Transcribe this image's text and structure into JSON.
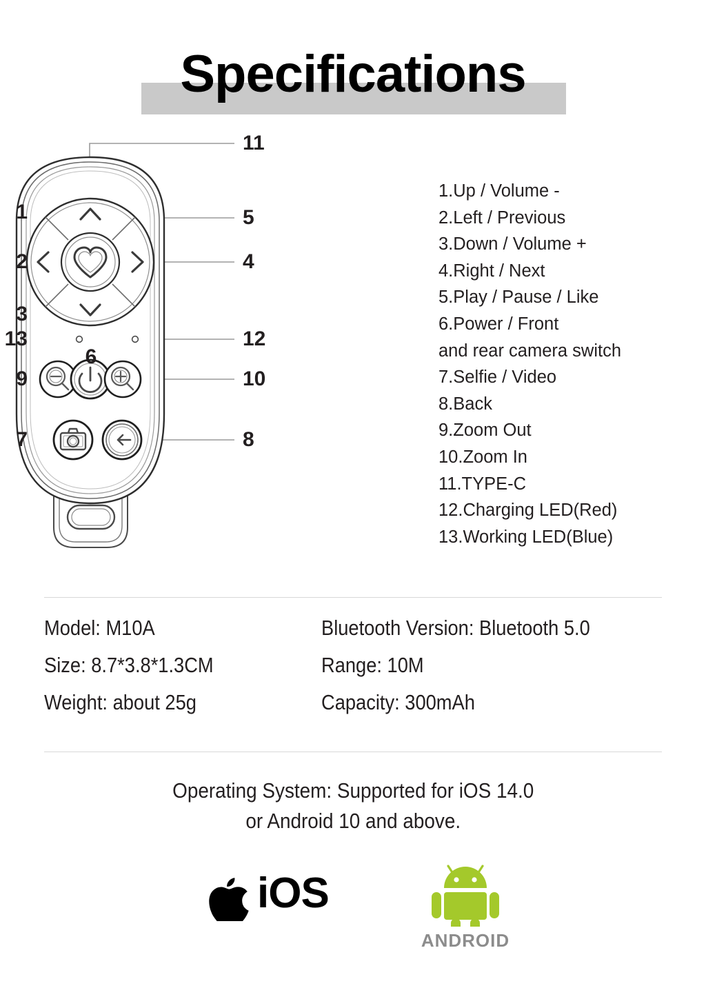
{
  "page": {
    "title": "Specifications",
    "band_color": "#c9c9c9"
  },
  "diagram": {
    "device_name": "M10A bluetooth remote shutter",
    "callouts": [
      {
        "id": "1",
        "label": "1",
        "target": "up-button"
      },
      {
        "id": "2",
        "label": "2",
        "target": "left-button"
      },
      {
        "id": "3",
        "label": "3",
        "target": "down-button"
      },
      {
        "id": "4",
        "label": "4",
        "target": "right-button"
      },
      {
        "id": "5",
        "label": "5",
        "target": "center-heart-button"
      },
      {
        "id": "6",
        "label": "6",
        "target": "power-button"
      },
      {
        "id": "7",
        "label": "7",
        "target": "camera-button"
      },
      {
        "id": "8",
        "label": "8",
        "target": "back-button"
      },
      {
        "id": "9",
        "label": "9",
        "target": "zoom-out-button"
      },
      {
        "id": "10",
        "label": "10",
        "target": "zoom-in-button"
      },
      {
        "id": "11",
        "label": "11",
        "target": "type-c-port"
      },
      {
        "id": "12",
        "label": "12",
        "target": "charging-led"
      },
      {
        "id": "13",
        "label": "13",
        "target": "working-led"
      }
    ]
  },
  "legend": {
    "items": [
      "1.Up / Volume -",
      "2.Left / Previous",
      "3.Down / Volume +",
      "4.Right / Next",
      "5.Play / Pause / Like",
      "6.Power / Front",
      "and rear camera switch",
      "7.Selfie / Video",
      "8.Back",
      "9.Zoom Out",
      "10.Zoom In",
      "11.TYPE-C",
      "12.Charging LED(Red)",
      "13.Working LED(Blue)"
    ]
  },
  "specs": {
    "rows": [
      {
        "left": "Model: M10A",
        "right": "Bluetooth Version: Bluetooth 5.0"
      },
      {
        "left": "Size: 8.7*3.8*1.3CM",
        "right": "Range: 10M"
      },
      {
        "left": "Weight: about 25g",
        "right": "Capacity: 300mAh"
      }
    ]
  },
  "operating_system": {
    "line1": "Operating System: Supported for iOS 14.0",
    "line2": "or Android 10 and above."
  },
  "logos": {
    "ios": {
      "wordmark": "iOS",
      "icon": "apple-logo",
      "color": "#000000"
    },
    "android": {
      "wordmark": "ANDROID",
      "icon": "android-robot",
      "color": "#A4C92B",
      "wordmark_color": "#8c8c8c"
    }
  }
}
